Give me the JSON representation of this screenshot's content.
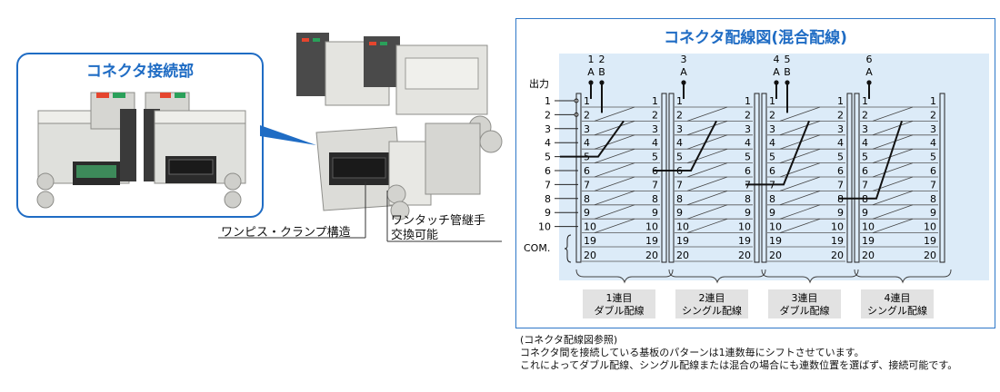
{
  "left": {
    "inset_title": "コネクタ接続部",
    "callout_one_piece": "ワンピス・クランプ構造",
    "callout_fitting_line1": "ワンタッチ管継手",
    "callout_fitting_line2": "交換可能"
  },
  "diagram": {
    "title": "コネクタ配線図(混合配線)",
    "output_label": "出力",
    "com_label": "COM.",
    "row_numbers": [
      "1",
      "2",
      "3",
      "4",
      "5",
      "6",
      "7",
      "8",
      "9",
      "10"
    ],
    "pin_numbers": [
      "1",
      "2",
      "3",
      "4",
      "5",
      "6",
      "7",
      "8",
      "9",
      "10"
    ],
    "com_pins": [
      "19",
      "20"
    ],
    "stations": [
      {
        "top_numbers": [
          "1",
          "2"
        ],
        "top_letters": [
          "A",
          "B"
        ],
        "caption_line1": "1連目",
        "caption_line2": "ダブル配線"
      },
      {
        "top_numbers": [
          "3"
        ],
        "top_letters": [
          "A"
        ],
        "caption_line1": "2連目",
        "caption_line2": "シングル配線"
      },
      {
        "top_numbers": [
          "4",
          "5"
        ],
        "top_letters": [
          "A",
          "B"
        ],
        "caption_line1": "3連目",
        "caption_line2": "ダブル配線"
      },
      {
        "top_numbers": [
          "6"
        ],
        "top_letters": [
          "A"
        ],
        "caption_line1": "4連目",
        "caption_line2": "シングル配線"
      }
    ]
  },
  "notes": {
    "line1": "(コネクタ配線図参照)",
    "line2": "コネクタ間を接続している基板のパターンは1連数毎にシフトさせています。",
    "line3": "これによってダブル配線、シングル配線または混合の場合にも連数位置を選ばず、接続可能です。"
  },
  "colors": {
    "accent_blue": "#1f6cc4",
    "panel_fill": "#dcebf8",
    "caption_fill": "#e2e2e2"
  }
}
